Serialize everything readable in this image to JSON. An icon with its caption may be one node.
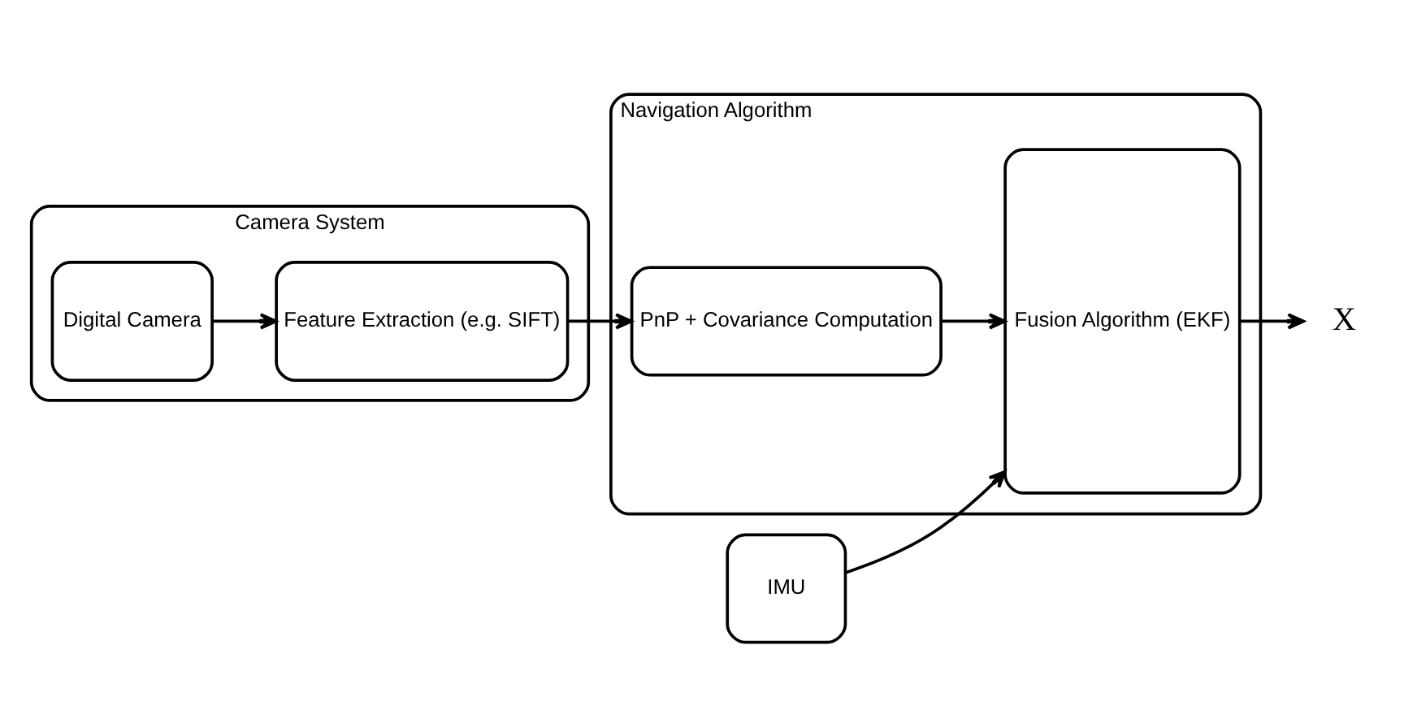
{
  "diagram": {
    "nodes": [
      {
        "text": [
          "Camera System"
        ]
      },
      {
        "text": [
          "Digital Camera"
        ],
        "in": 0
      },
      {
        "text": [
          "Feature Extraction (e.g. SIFT)"
        ],
        "in": 0
      },
      {
        "text": [
          "Navigation Algorithm"
        ]
      },
      {
        "text": [
          "PnP + Covariance Computation"
        ],
        "in": 3
      },
      {
        "text": [
          "Fusion Algorithm (EKF)"
        ],
        "in": 3
      },
      {
        "text": [
          "IMU"
        ]
      },
      {
        "text": [
          "X"
        ]
      }
    ],
    "edges": [
      {
        "from": 1,
        "to": 2,
        "arrow": "to"
      },
      {
        "from": 2,
        "to": 4,
        "arrow": "to"
      },
      {
        "from": 4,
        "to": 5,
        "arrow": "to"
      },
      {
        "from": 6,
        "to": 5,
        "arrow": "to"
      },
      {
        "from": 5,
        "to": 7,
        "arrow": "to"
      }
    ]
  }
}
